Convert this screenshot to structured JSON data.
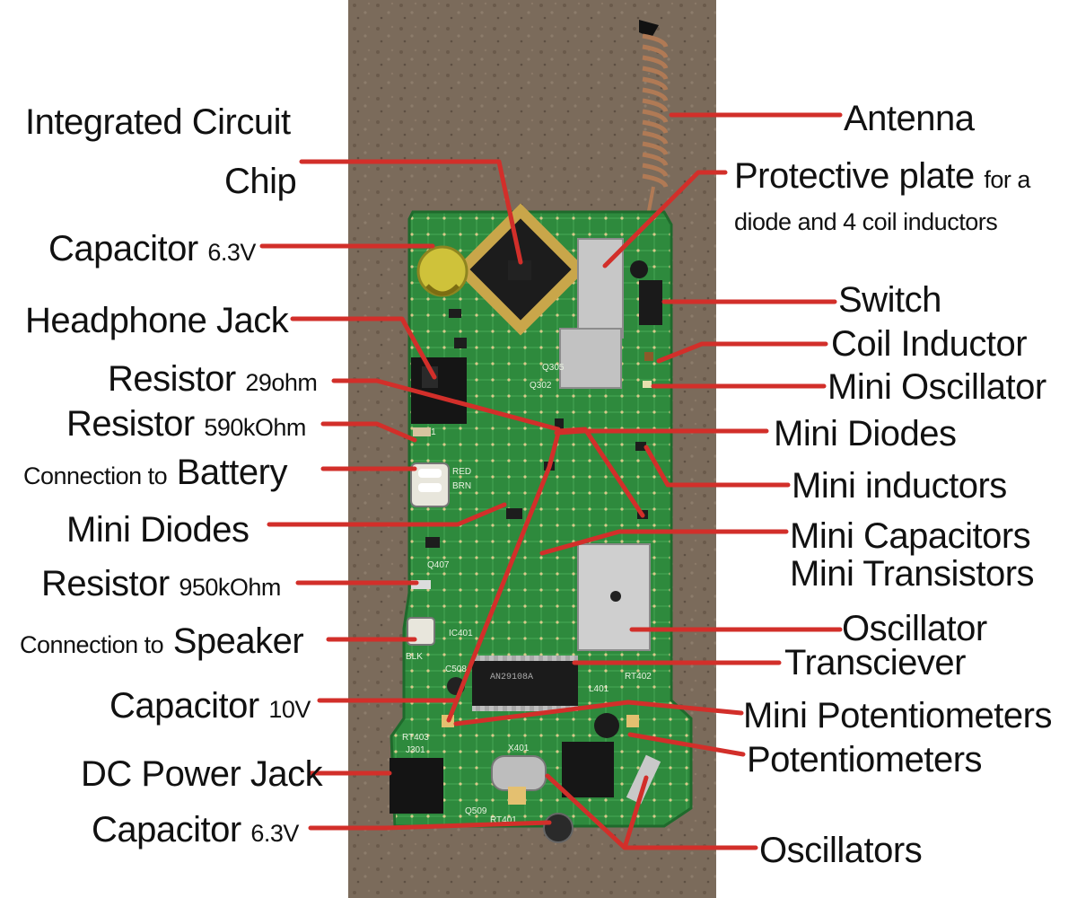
{
  "labels": {
    "ic_chip_line1": "Integrated Circuit",
    "ic_chip_line2": "Chip",
    "capacitor_top": {
      "main": "Capacitor",
      "sub": "6.3V"
    },
    "headphone_jack": "Headphone Jack",
    "resistor_29": {
      "main": "Resistor",
      "sub": "29ohm"
    },
    "resistor_590": {
      "main": "Resistor",
      "sub": "590kOhm"
    },
    "battery": {
      "sub": "Connection to",
      "main": "Battery"
    },
    "mini_diodes_left": "Mini Diodes",
    "resistor_950": {
      "main": "Resistor",
      "sub": "950kOhm"
    },
    "speaker": {
      "sub": "Connection to",
      "main": "Speaker"
    },
    "capacitor_10v": {
      "main": "Capacitor",
      "sub": "10V"
    },
    "dc_power_jack": "DC Power Jack",
    "capacitor_bottom": {
      "main": "Capacitor",
      "sub": "6.3V"
    },
    "antenna": "Antenna",
    "protective_plate": {
      "main": "Protective plate",
      "sub": "for a",
      "line2": "diode and 4 coil inductors"
    },
    "switch": "Switch",
    "coil_inductor": "Coil Inductor",
    "mini_oscillator": "Mini Oscillator",
    "mini_diodes_right": "Mini Diodes",
    "mini_inductors": "Mini inductors",
    "mini_capacitors": "Mini Capacitors",
    "mini_transistors": "Mini Transistors",
    "oscillator": "Oscillator",
    "transciever": "Transciever",
    "mini_potentiometers": "Mini Potentiometers",
    "potentiometers": "Potentiometers",
    "oscillators": "Oscillators"
  },
  "board_silkscreen": {
    "red": "RED",
    "brn": "BRN",
    "blk": "BLK",
    "ic401": "IC401",
    "chip_marking": "AN29108A",
    "c508": "C508",
    "j301": "J301",
    "rt403": "RT403",
    "rt401": "RT401",
    "rt402": "RT402",
    "l401": "L401",
    "x401": "X401",
    "q509": "Q509",
    "q407": "Q407",
    "j101": "J101",
    "q302": "Q302",
    "q305": "Q305"
  },
  "colors": {
    "pointer_line": "#d22f2a",
    "background_wood": "#7a6a5a",
    "pcb_green": "#2f8a3e",
    "metal_shield": "#c9c9c9",
    "page_bg": "#ffffff"
  }
}
